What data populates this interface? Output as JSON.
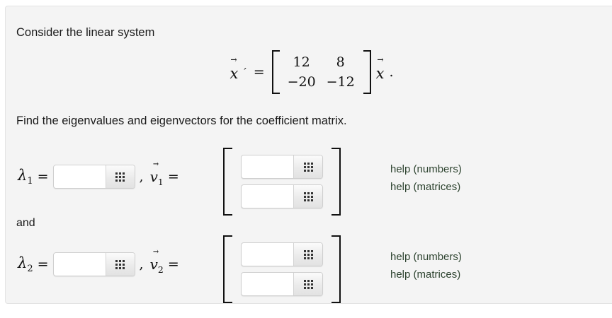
{
  "problem": {
    "prompt": "Consider the linear system",
    "question": "Find the eigenvalues and eigenvectors for the coefficient matrix.",
    "conjunction": "and"
  },
  "equation": {
    "lhs_vector": "x",
    "lhs_prime": "′",
    "equals": "=",
    "matrix": [
      [
        "12",
        "8"
      ],
      [
        "−20",
        "−12"
      ]
    ],
    "rhs_vector": "x",
    "trailing_punctuation": "."
  },
  "answers": [
    {
      "eigenvalue_symbol": "λ",
      "eigenvalue_subscript": "1",
      "equals": "=",
      "eigenvalue_input": {
        "value": "",
        "placeholder": ""
      },
      "separator": ",",
      "eigenvector_symbol": "v",
      "eigenvector_subscript": "1",
      "vector_inputs": [
        {
          "value": "",
          "placeholder": ""
        },
        {
          "value": "",
          "placeholder": ""
        }
      ],
      "help_links": [
        "help (numbers)",
        "help (matrices)"
      ]
    },
    {
      "eigenvalue_symbol": "λ",
      "eigenvalue_subscript": "2",
      "equals": "=",
      "eigenvalue_input": {
        "value": "",
        "placeholder": ""
      },
      "separator": ",",
      "eigenvector_symbol": "v",
      "eigenvector_subscript": "2",
      "vector_inputs": [
        {
          "value": "",
          "placeholder": ""
        },
        {
          "value": "",
          "placeholder": ""
        }
      ],
      "help_links": [
        "help (numbers)",
        "help (matrices)"
      ]
    }
  ],
  "icons": {
    "keypad": "keypad-grid-icon"
  },
  "colors": {
    "panel_background": "#f4f4f4",
    "page_background": "#ffffff",
    "text": "#1a1a1a",
    "help_link": "#2e4430",
    "input_border": "#cfcfcf",
    "keypad_button": "#ebebeb"
  }
}
